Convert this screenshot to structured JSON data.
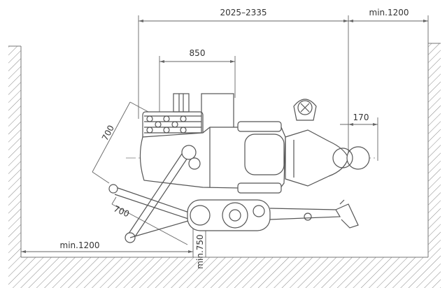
{
  "dimensions": {
    "total_length": "2025–2335",
    "right_clearance": "min.1200",
    "top_width": "850",
    "arm_length": "700",
    "arm_lower": "700",
    "headrest_offset": "170",
    "left_clearance": "min.1200",
    "bottom_clearance": "min.750"
  },
  "colors": {
    "line": "#555555",
    "text": "#333333",
    "background": "#ffffff"
  }
}
